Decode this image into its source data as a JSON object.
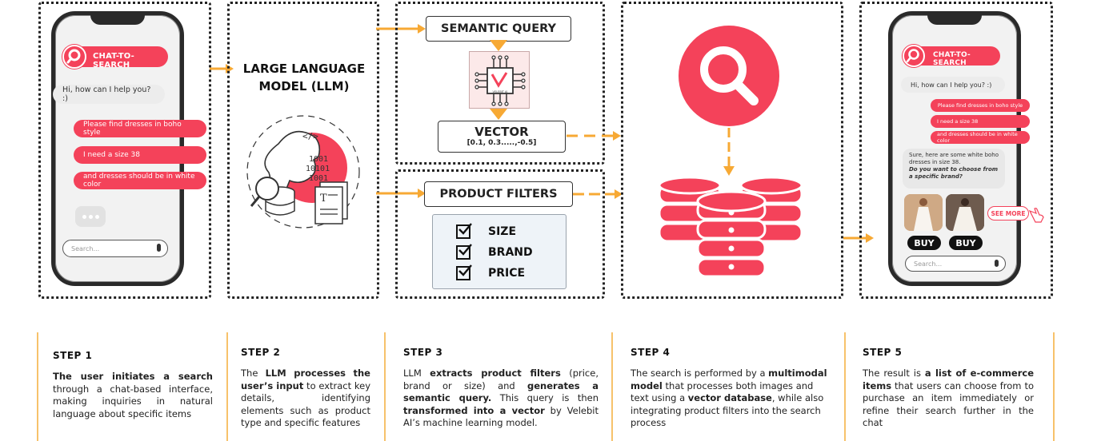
{
  "colors": {
    "accent": "#f4425a",
    "arrow": "#f7a934",
    "border": "#222222"
  },
  "panel1": {
    "chip": "CHAT-TO-SEARCH",
    "greeting": "Hi, how can I help you? :)",
    "messages": [
      "Please find dresses in boho style",
      "I need a size 38",
      "and dresses should be in white color"
    ],
    "search_placeholder": "Search..."
  },
  "panel2": {
    "title_line1": "LARGE LANGUAGE",
    "title_line2": "MODEL (LLM)"
  },
  "panel3": {
    "semantic_query": "SEMANTIC QUERY",
    "chip_brand": "VELEBIT AI",
    "vector_label": "VECTOR",
    "vector_value": "[0.1, 0.3.....,-0.5]",
    "product_filters": "PRODUCT FILTERS",
    "filters": [
      "SIZE",
      "BRAND",
      "PRICE"
    ]
  },
  "panel5": {
    "chip": "CHAT-TO-SEARCH",
    "greeting": "Hi, how can I help you? :)",
    "messages": [
      "Please find dresses in boho style",
      "I need a size 38",
      "and dresses should be in white color"
    ],
    "reply_line1": "Sure, here are some white boho",
    "reply_line2": "dresses in size 38.",
    "reply_line3": "Do you want to choose from",
    "reply_line4": "a specific brand?",
    "see_more": "SEE MORE",
    "buy_label": "BUY",
    "search_placeholder": "Search..."
  },
  "steps": [
    {
      "title": "STEP 1"
    },
    {
      "title": "STEP 2"
    },
    {
      "title": "STEP 3"
    },
    {
      "title": "STEP 4"
    },
    {
      "title": "STEP 5"
    }
  ],
  "step_text": {
    "s1_b": "The user initiates a search",
    "s1_r": "through a chat-based interface, making inquiries in natural language about specific items",
    "s2_a": "The ",
    "s2_b": "LLM processes the user’s input",
    "s2_r": " to extract key details, identifying elements such as product type and specific features",
    "s3_a": "LLM ",
    "s3_b1": "extracts product filters",
    "s3_m1": " (price, brand or size) and ",
    "s3_b2": "generates a semantic query.",
    "s3_m2": " This query is then ",
    "s3_b3": "transformed into a vector",
    "s3_r": " by Velebit AI’s machine learning model.",
    "s4_a": "The search is performed by a ",
    "s4_b1": "multimodal model",
    "s4_m1": " that processes both images and text using a ",
    "s4_b2": "vector database",
    "s4_r": ", while also integrating product filters into the search process",
    "s5_a": "The result is ",
    "s5_b": "a list of e-commerce items",
    "s5_r": " that users can choose from to purchase an item immediately or refine their search further in the chat"
  }
}
